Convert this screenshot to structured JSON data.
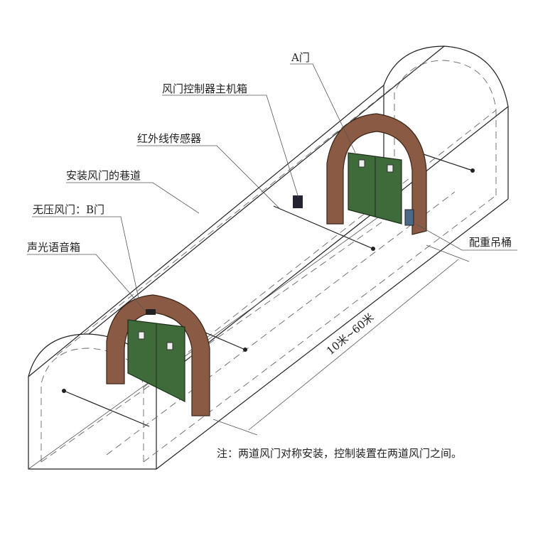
{
  "labels": {
    "door_a": "A门",
    "controller_box": "风门控制器主机箱",
    "infrared_sensor": "红外线传感器",
    "tunnel": "安装风门的巷道",
    "door_b": "无压风门：B门",
    "sound_light_box": "声光语音箱",
    "counterweight": "配重吊桶",
    "distance": "10米~60米"
  },
  "note": "注：两道风门对称安装，控制装置在两道风门之间。",
  "colors": {
    "frame": "#8a5a44",
    "door": "#3f6a3a"
  }
}
